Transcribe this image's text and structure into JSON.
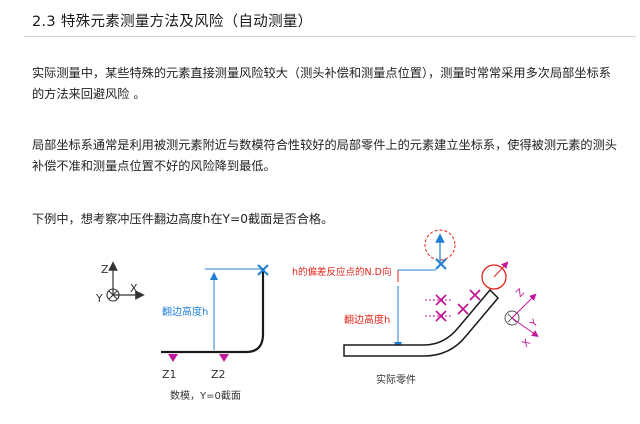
{
  "title": "2.3 特殊元素测量方法及风险（自动测量）",
  "paragraphs": {
    "p1": "实际测量中，某些特殊的元素直接测量风险较大（测头补偿和测量点位置），测量时常常采用多次局部坐标系的方法来回避风险 。",
    "p2": "局部坐标系通常是利用被测元素附近与数模符合性较好的局部零件上的元素建立坐标系，使得被测元素的测头补偿不准和测量点位置不好的风险降到最低。",
    "p3": "下例中，想考察冲压件翻边高度h在Y=0截面是否合格。"
  },
  "figure_left": {
    "axis_z": "Z",
    "axis_x": "X",
    "axis_y": "Y",
    "height_label": "翻边高度h",
    "z1": "Z1",
    "z2": "Z2",
    "caption": "数模，Y=0截面"
  },
  "figure_right": {
    "deviation_label": "h的偏差反应点的N.D向",
    "height_label": "翻边高度h",
    "axis_x": "X",
    "axis_y": "Y",
    "axis_z": "Z",
    "caption": "实际零件"
  },
  "colors": {
    "blue": "#1f7fd6",
    "red": "#e2231a",
    "magenta": "#c0189a",
    "pink": "#e07aa8"
  }
}
